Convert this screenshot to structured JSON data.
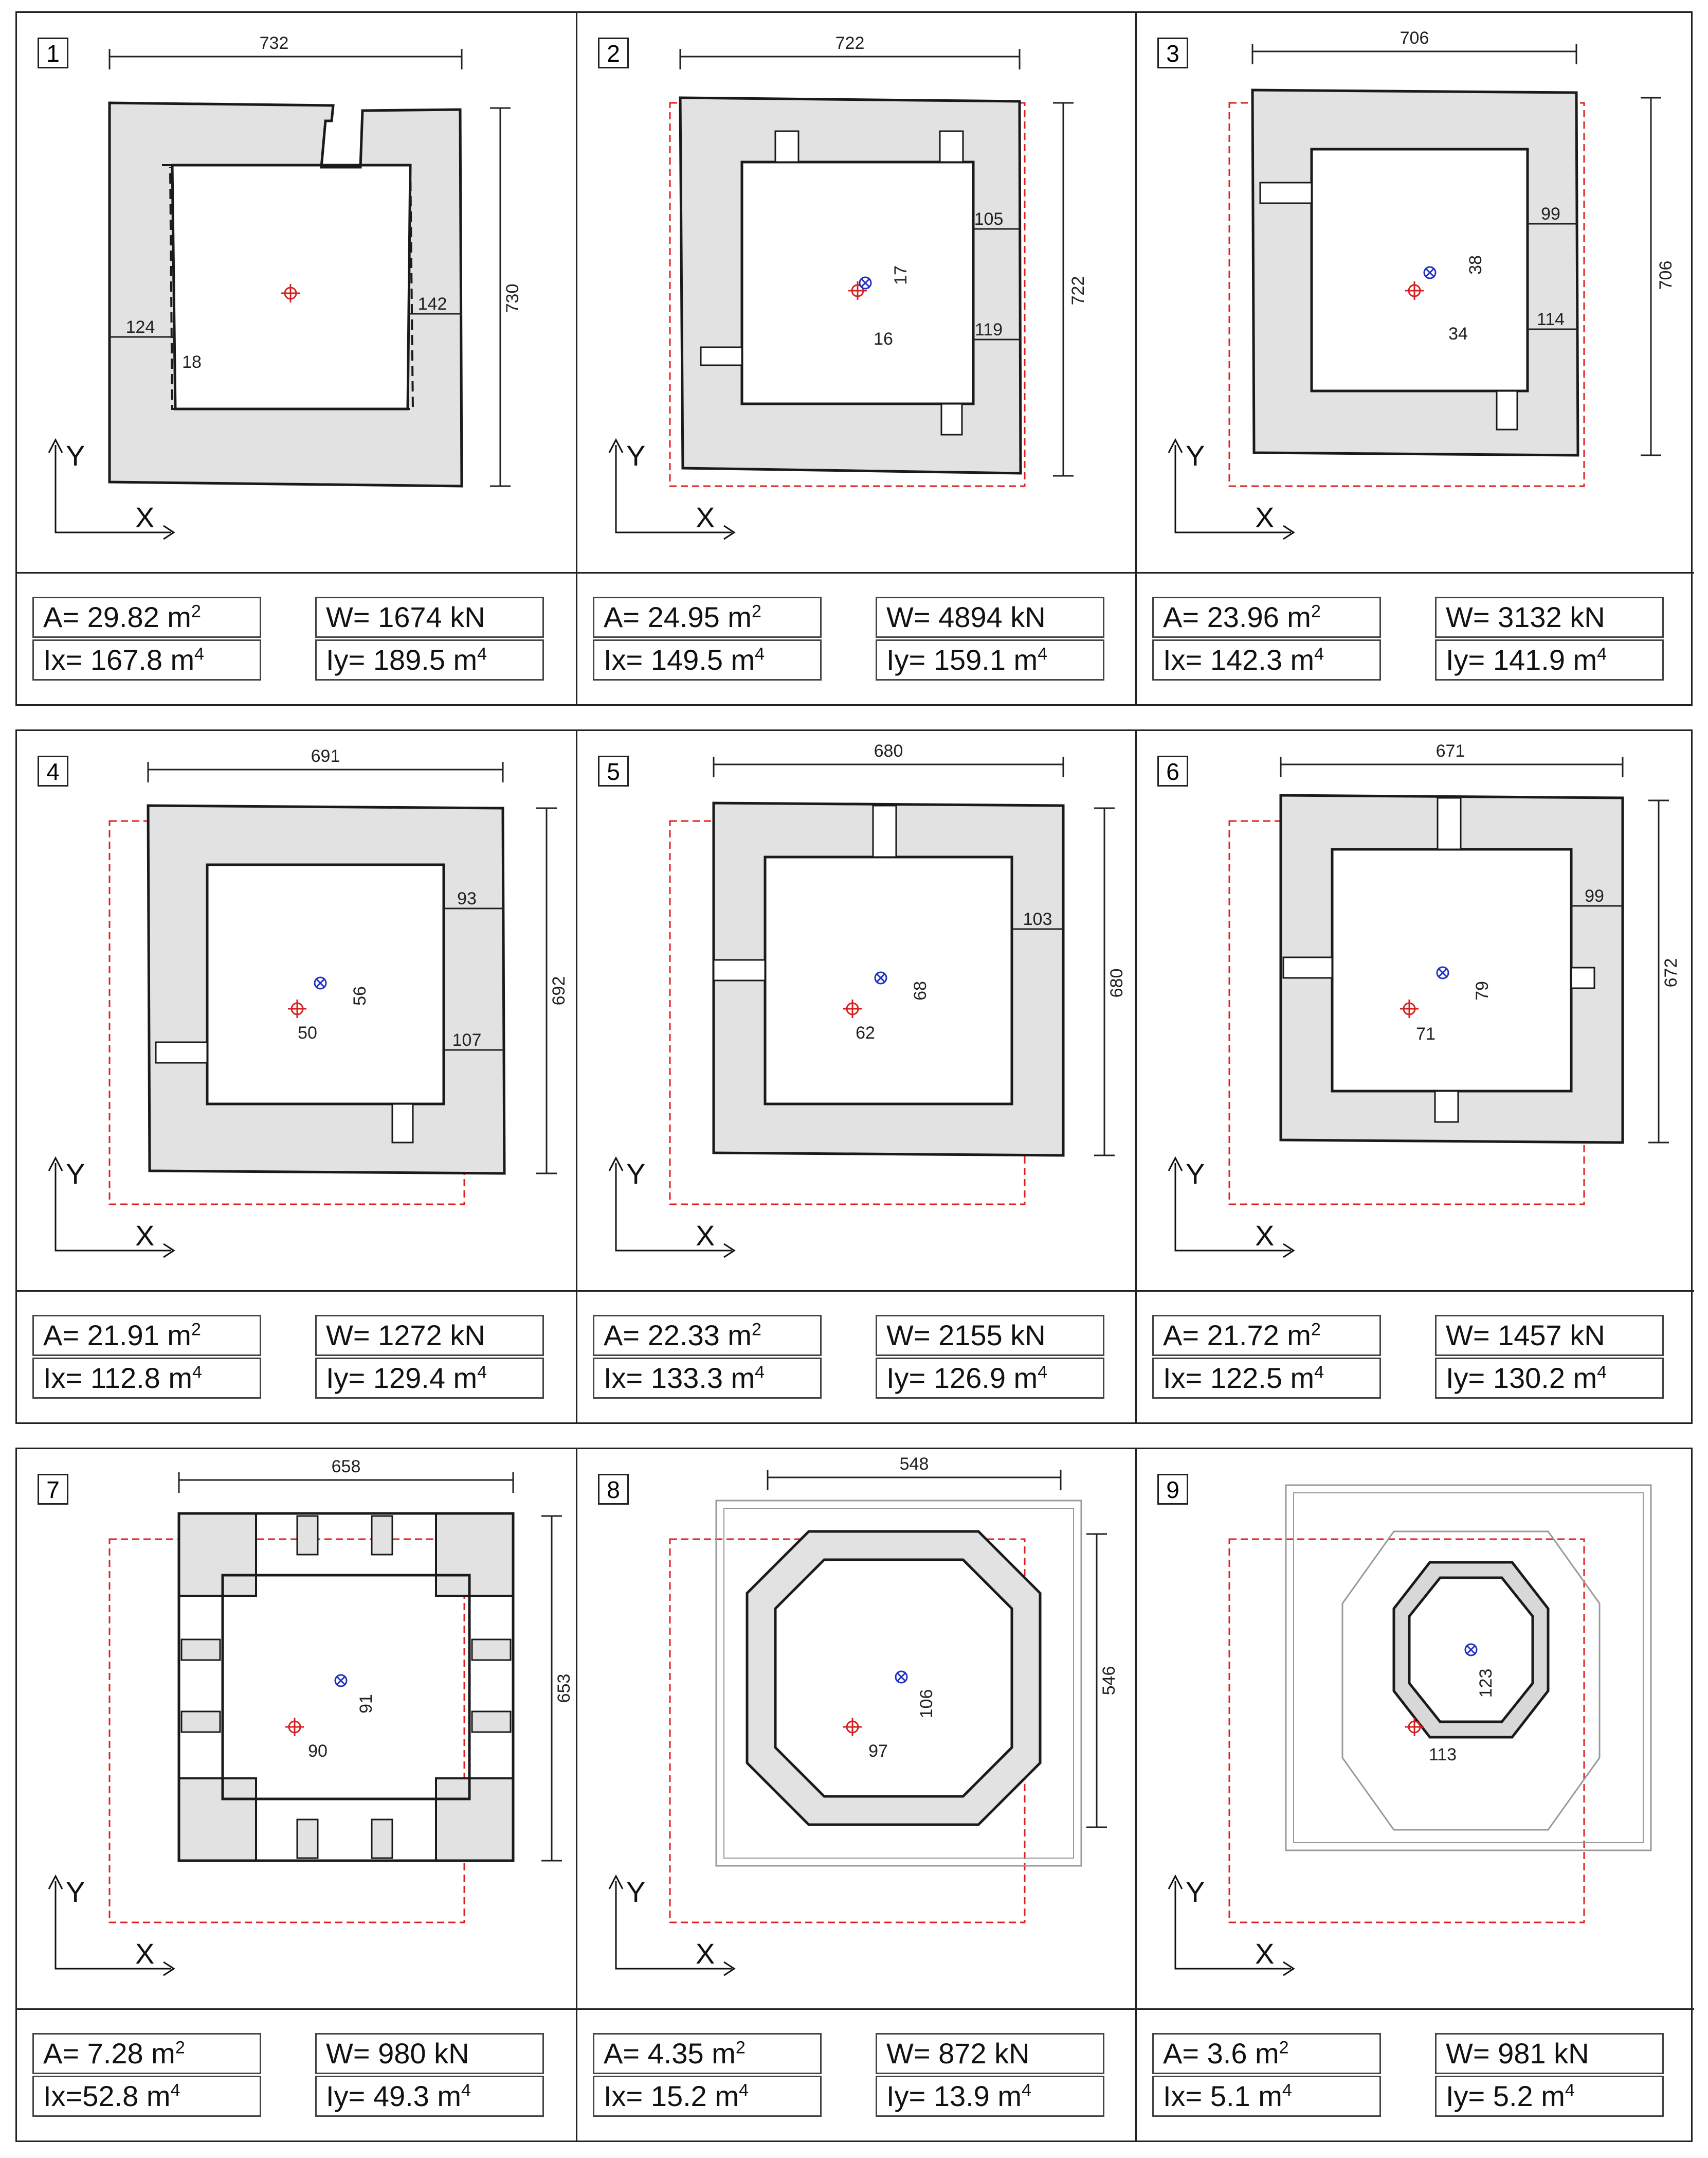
{
  "panels": [
    {
      "id": "1",
      "dims": {
        "top": "732",
        "right": "730",
        "wall_left": "124",
        "wall_right": "142",
        "offset": "18"
      },
      "props": {
        "A": "A= 29.82 m",
        "W": "W= 1674 kN",
        "Ix": "Ix= 167.8 m",
        "Iy": "Iy= 189.5 m"
      }
    },
    {
      "id": "2",
      "dims": {
        "top": "722",
        "right": "722",
        "wall_r1": "105",
        "wall_r2": "119",
        "ex": "16",
        "ey": "17"
      },
      "props": {
        "A": "A= 24.95 m",
        "W": "W= 4894 kN",
        "Ix": "Ix= 149.5 m",
        "Iy": "Iy= 159.1 m"
      }
    },
    {
      "id": "3",
      "dims": {
        "top": "706",
        "right": "706",
        "wall_r1": "99",
        "wall_r2": "114",
        "ex": "34",
        "ey": "38"
      },
      "props": {
        "A": "A= 23.96 m",
        "W": "W= 3132 kN",
        "Ix": "Ix= 142.3 m",
        "Iy": "Iy= 141.9 m"
      }
    },
    {
      "id": "4",
      "dims": {
        "top": "691",
        "right": "692",
        "wall_r1": "93",
        "wall_r2": "107",
        "ex": "50",
        "ey": "56"
      },
      "props": {
        "A": "A= 21.91 m",
        "W": "W= 1272 kN",
        "Ix": "Ix= 112.8 m",
        "Iy": "Iy= 129.4 m"
      }
    },
    {
      "id": "5",
      "dims": {
        "top": "680",
        "right": "680",
        "wall_r1": "103",
        "ex": "62",
        "ey": "68"
      },
      "props": {
        "A": "A= 22.33 m",
        "W": "W= 2155 kN",
        "Ix": "Ix= 133.3 m",
        "Iy": "Iy= 126.9 m"
      }
    },
    {
      "id": "6",
      "dims": {
        "top": "671",
        "right": "672",
        "wall_r1": "99",
        "ex": "71",
        "ey": "79"
      },
      "props": {
        "A": "A= 21.72 m",
        "W": "W= 1457 kN",
        "Ix": "Ix= 122.5 m",
        "Iy": "Iy= 130.2 m"
      }
    },
    {
      "id": "7",
      "dims": {
        "top": "658",
        "right": "653",
        "ex": "90",
        "ey": "91"
      },
      "props": {
        "A": "A= 7.28 m",
        "W": "W= 980 kN",
        "Ix": "Ix=52.8 m",
        "Iy": "Iy= 49.3 m"
      }
    },
    {
      "id": "8",
      "dims": {
        "top": "548",
        "right": "546",
        "ex": "97",
        "ey": "106"
      },
      "props": {
        "A": "A= 4.35 m",
        "W": "W= 872 kN",
        "Ix": "Ix= 15.2 m",
        "Iy": "Iy= 13.9 m"
      }
    },
    {
      "id": "9",
      "dims": {
        "ex": "113",
        "ey": "123"
      },
      "props": {
        "A": "A= 3.6 m",
        "W": "W= 981 kN",
        "Ix": "Ix= 5.1 m",
        "Iy": "Iy= 5.2 m"
      }
    }
  ],
  "axes": {
    "x": "X",
    "y": "Y"
  },
  "units": {
    "area_exp": "2",
    "inertia_exp": "4"
  },
  "colors": {
    "wall_fill": "#e2e2e2",
    "outline": "#1a1a1a",
    "reference_outline": "#e02020",
    "centroid_geom": "#d62020",
    "centroid_mass": "#2030c0",
    "dim_line": "#222222"
  }
}
